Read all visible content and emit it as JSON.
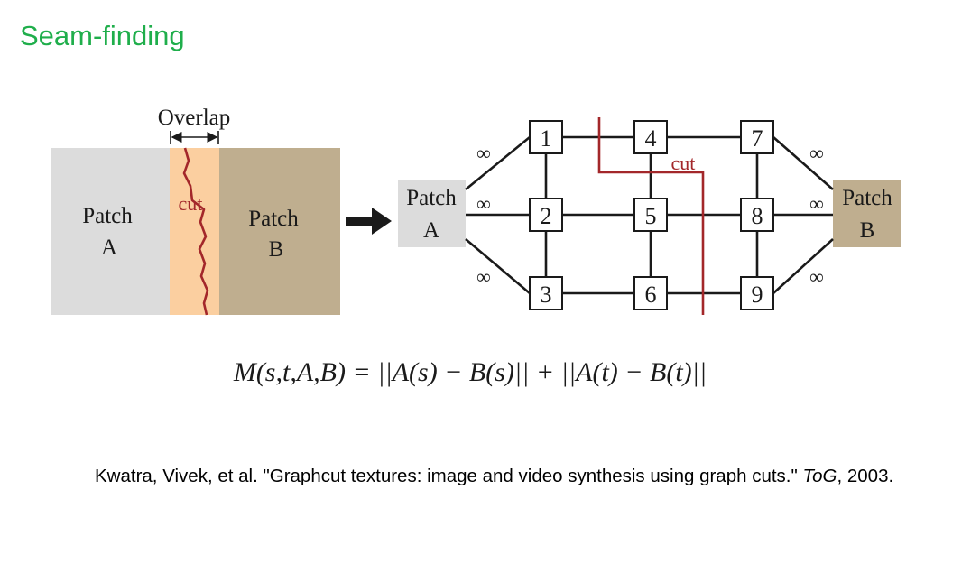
{
  "slide": {
    "title": "Seam-finding"
  },
  "colors": {
    "title_green": "#1fae4b",
    "patch_a": "#dcdcdc",
    "patch_b": "#bfae8f",
    "overlap": "#fbcfa0",
    "cut_red": "#a3272a",
    "edge": "#1a1a1a"
  },
  "left_diagram": {
    "overlap_label": "Overlap",
    "cut_label": "cut",
    "patch_a_line1": "Patch",
    "patch_a_line2": "A",
    "patch_b_line1": "Patch",
    "patch_b_line2": "B"
  },
  "graph": {
    "source_line1": "Patch",
    "source_line2": "A",
    "sink_line1": "Patch",
    "sink_line2": "B",
    "cut_label": "cut",
    "infinity": "∞",
    "nodes": [
      "1",
      "2",
      "3",
      "4",
      "5",
      "6",
      "7",
      "8",
      "9"
    ]
  },
  "formula": {
    "text": "M(s,t,A,B) = ||A(s) − B(s)|| + ||A(t) − B(t)||"
  },
  "citation": {
    "main": "Kwatra, Vivek, et al. \"Graphcut textures: image and video synthesis using graph cuts.\" ",
    "venue": "ToG",
    "year": ", 2003."
  }
}
